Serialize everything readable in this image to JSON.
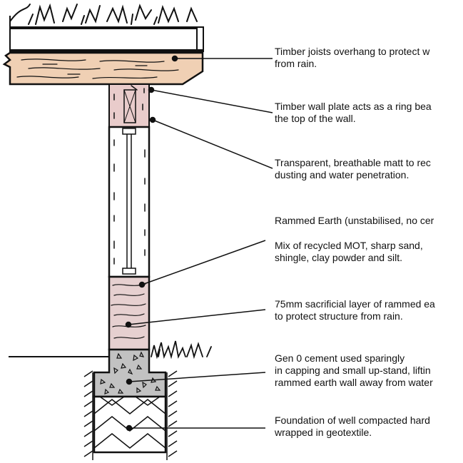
{
  "colors": {
    "roof_timber": "#f0d0b4",
    "wall_plate": "#e9cccb",
    "sacrificial_layer": "#e6d0d0",
    "cement": "#c2c2c2",
    "ink": "#111111",
    "background": "#ffffff"
  },
  "annotations": [
    {
      "line1": "Timber joists overhang to protect w",
      "line2": "from rain."
    },
    {
      "line1": "Timber wall plate acts as a ring bea",
      "line2": "the top of the wall."
    },
    {
      "line1": "Transparent, breathable matt to rec",
      "line2": "dusting and water penetration."
    },
    {
      "line1": "Rammed Earth (unstabilised, no cer",
      "line2": ""
    },
    {
      "line1": "Mix of recycled MOT, sharp sand,",
      "line2": "shingle, clay powder and silt."
    },
    {
      "line1": "75mm sacrificial layer of rammed ea",
      "line2": "to protect structure from rain."
    },
    {
      "line1": "Gen 0 cement used sparingly",
      "line2": "in capping and small up-stand, liftin",
      "line3": "rammed earth wall away from water"
    },
    {
      "line1": "Foundation of well compacted hard",
      "line2": "wrapped in geotextile."
    }
  ]
}
